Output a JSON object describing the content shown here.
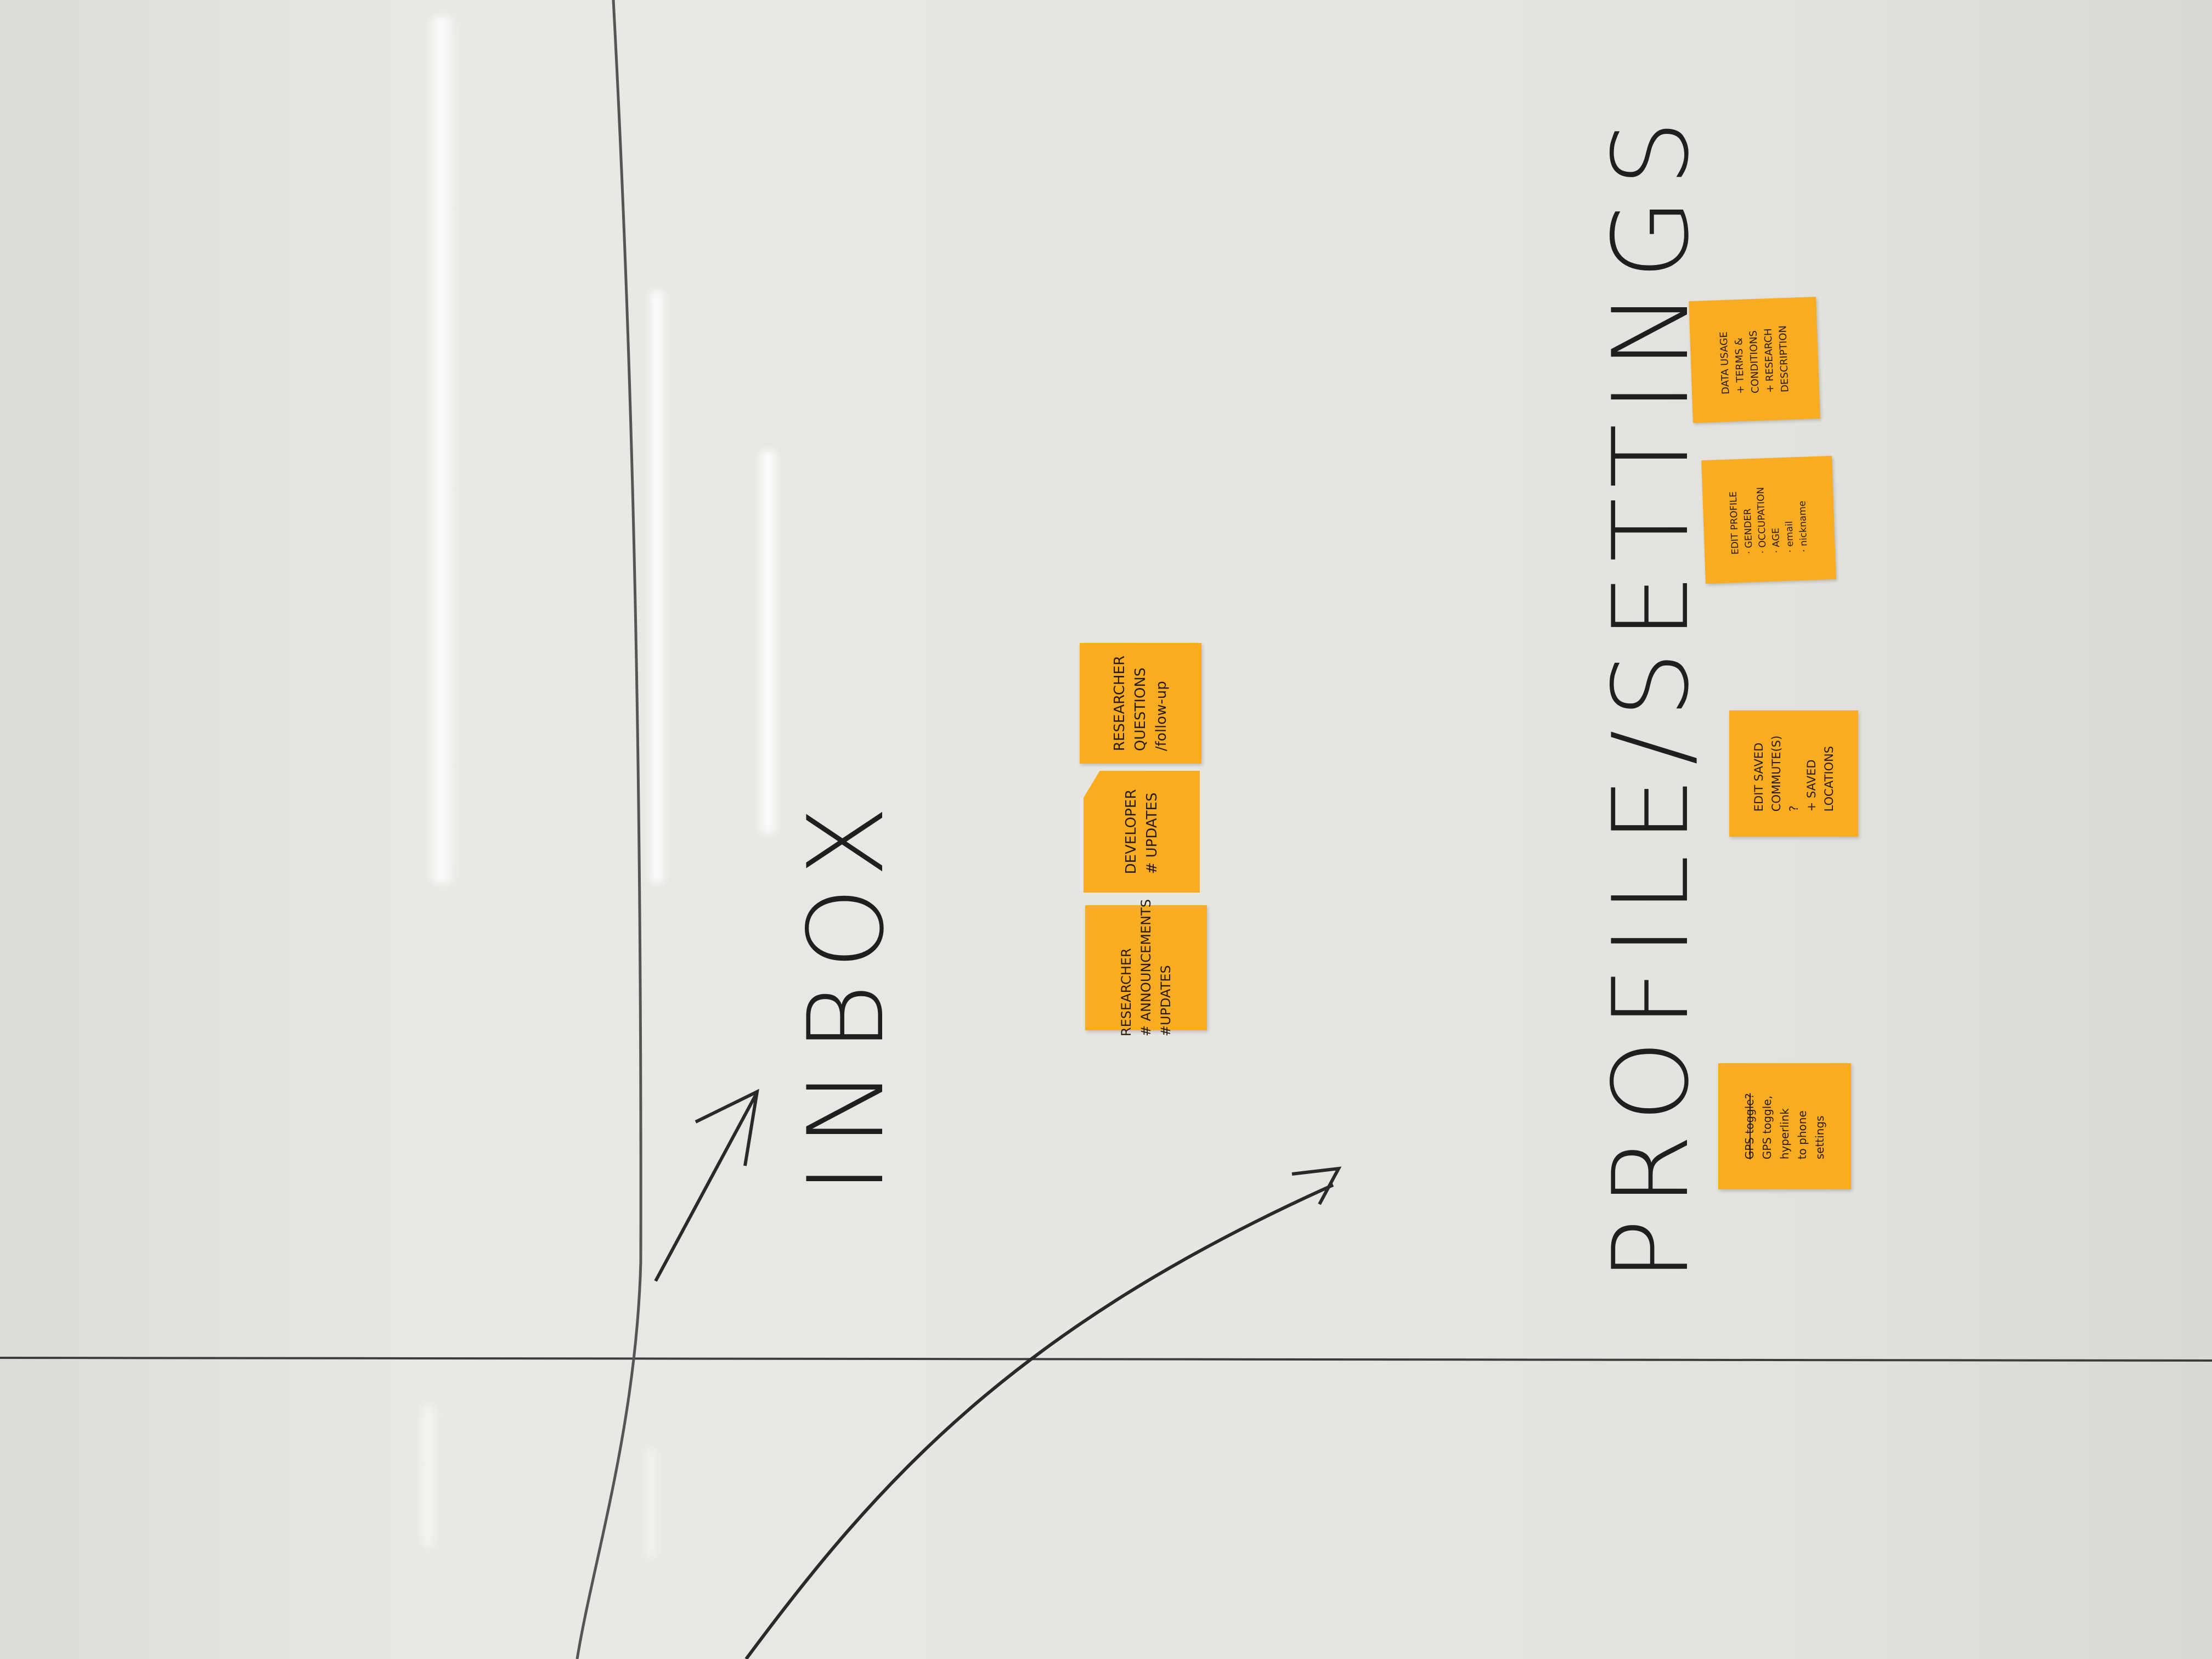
{
  "headings": {
    "inbox": "INBOX",
    "profile_settings": "PROFILE/SETTINGS"
  },
  "notes": {
    "researcher_announcements": [
      "RESEARCHER",
      "# ANNOUNCEMENTS",
      "#UPDATES"
    ],
    "developer_updates": [
      "DEVELOPER",
      "# UPDATES"
    ],
    "researcher_questions": [
      "RESEARCHER",
      "QUESTIONS",
      "/follow-up"
    ],
    "gps_toggle": [
      "GPS toggle?",
      "GPS toggle,",
      "hyperlink",
      "to phone",
      "settings"
    ],
    "edit_saved_commutes": [
      "EDIT SAVED",
      "COMMUTE(S)",
      "?",
      "+ SAVED",
      "LOCATIONS"
    ],
    "edit_profile": [
      "EDIT PROFILE",
      "· GENDER",
      "· OCCUPATION",
      "· AGE",
      "· email",
      "· nickname"
    ],
    "data_usage": [
      "DATA USAGE",
      "+ TERMS &",
      "CONDITIONS",
      "+ RESEARCH",
      "DESCRIPTION"
    ]
  },
  "colors": {
    "whiteboard": "#e6e5e1",
    "sticky_note": "#f7ac22",
    "marker": "#1f1f1f"
  }
}
